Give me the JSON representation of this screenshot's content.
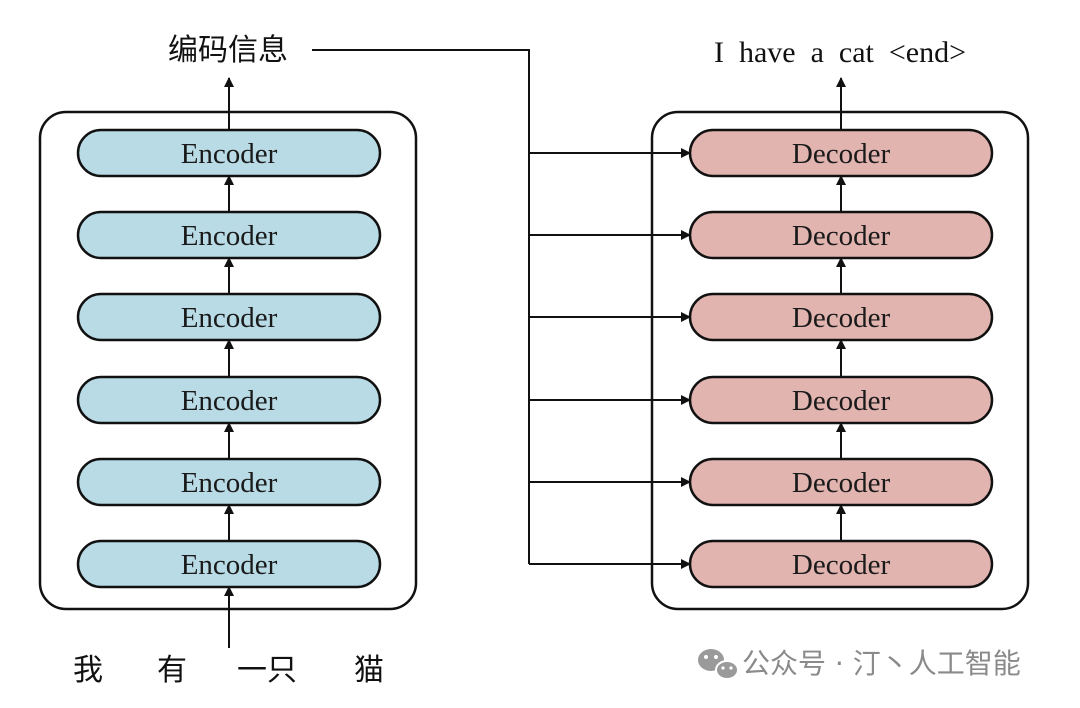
{
  "encoder": {
    "output_label": "编码信息",
    "layers": [
      "Encoder",
      "Encoder",
      "Encoder",
      "Encoder",
      "Encoder",
      "Encoder"
    ],
    "input_tokens": [
      "我",
      "有",
      "一只",
      "猫"
    ]
  },
  "decoder": {
    "output_text": "I  have  a  cat  <end>",
    "layers": [
      "Decoder",
      "Decoder",
      "Decoder",
      "Decoder",
      "Decoder",
      "Decoder"
    ]
  },
  "colors": {
    "encoder_fill": "#b8dbe6",
    "decoder_fill": "#e2b4b0",
    "stroke": "#111111",
    "watermark": "#8a8a8a"
  },
  "watermark": {
    "icon": "wechat-icon",
    "text": "公众号 · 汀丶人工智能"
  }
}
